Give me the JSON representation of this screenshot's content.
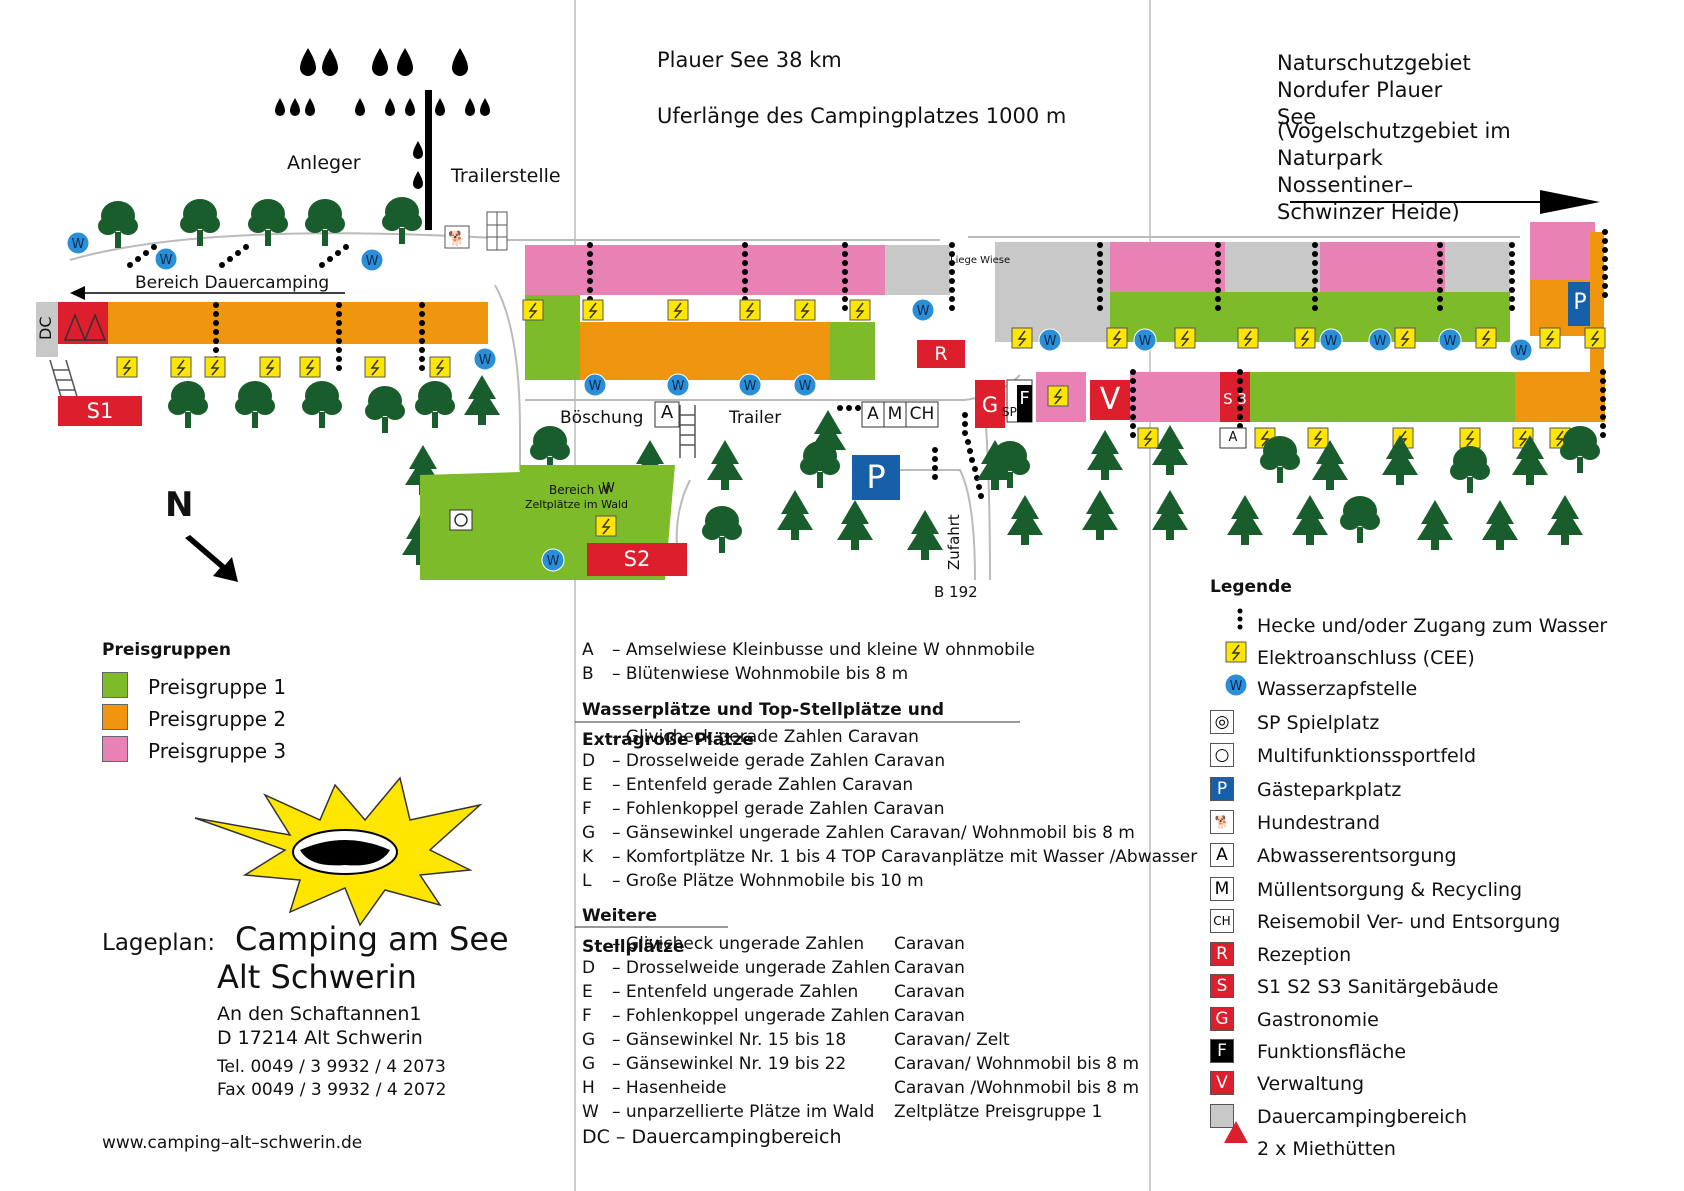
{
  "top": {
    "lake_distance": "Plauer See  38 km",
    "shore_length": "Uferlänge des Campingplatzes  1000 m",
    "reserve": [
      "Naturschutzgebiet",
      "Nordufer Plauer",
      "See",
      "(Vogelschutzgebiet im",
      "Naturpark",
      "Nossentiner–",
      "Schwinzer Heide)"
    ]
  },
  "map_labels": {
    "anleger": "Anleger",
    "trailerstelle": "Trailerstelle",
    "bereich_dauercamping": "Bereich Dauercamping",
    "liege_wiese": "Liege Wiese",
    "boeschung": "Böschung",
    "trailer": "Trailer",
    "bereich_w": "Bereich W",
    "zeltplaetze": "Zeltplätze im Wald",
    "zufahrt": "Zufahrt",
    "b192": "B 192",
    "north": "N",
    "dc": "DC",
    "s1": "S1",
    "s2": "S2",
    "s3": "S 3",
    "r": "R",
    "p": "P",
    "a": "A",
    "m": "M",
    "ch": "CH",
    "g": "G",
    "sp": "SP",
    "f": "F",
    "v": "V",
    "w": "W"
  },
  "colors": {
    "preisgruppe1": "#7dbb2a",
    "preisgruppe2": "#f0960e",
    "preisgruppe3": "#e882b4",
    "dauercamping": "#c8c8c8",
    "sanitary_red": "#dc1e2d",
    "parking_blue": "#1560a8",
    "water_blue": "#2a8fd6",
    "tree_green": "#1a5d2c",
    "electric_yellow": "#ffe600"
  },
  "preisgruppen": {
    "title": "Preisgruppen",
    "items": [
      "Preisgruppe 1",
      "Preisgruppe 2",
      "Preisgruppe 3"
    ]
  },
  "title_block": {
    "prefix": "Lageplan:",
    "name_line1": "Camping am See",
    "name_line2": "Alt Schwerin",
    "address1": "An den Schaftannen1",
    "address2": "D 17214 Alt Schwerin",
    "tel": "Tel.  0049 / 3 9932 / 4 2073",
    "fax": "Fax  0049 / 3 9932 / 4 2072",
    "web": "www.camping–alt–schwerin.de"
  },
  "areas_list": [
    {
      "k": "A",
      "text": "– Amselwiese   Kleinbusse und kleine W ohnmobile"
    },
    {
      "k": "B",
      "text": "– Blütenwiese   Wohnmobile bis 8 m"
    }
  ],
  "wasserplaetze": {
    "header1": "Wasserplätze und Top-Stellplätze und",
    "header2": "Extragroße Plätze",
    "overlap_line": "– Glivicheck gerade Zahlen Caravan",
    "items": [
      {
        "k": "D",
        "text": "– Drosselweide gerade Zahlen Caravan"
      },
      {
        "k": "E",
        "text": "– Entenfeld gerade Zahlen Caravan"
      },
      {
        "k": "F",
        "text": "– Fohlenkoppel gerade Zahlen Caravan"
      },
      {
        "k": "G",
        "text": "– Gänsewinkel ungerade Zahlen Caravan/ Wohnmobil bis 8 m"
      },
      {
        "k": "K",
        "text": "– Komfortplätze Nr. 1 bis 4 TOP Caravanplätze mit Wasser /Abwasser"
      },
      {
        "k": "L",
        "text": "– Große Plätze Wohnmobile bis 10 m"
      }
    ]
  },
  "weitere": {
    "header1": "Weitere",
    "header2": "Stellplätze",
    "overlap_line": "– Glivicheck ungerade Zahlen",
    "overlap_c2": "Caravan",
    "items": [
      {
        "k": "D",
        "text": "– Drosselweide ungerade Zahlen",
        "c2": "Caravan"
      },
      {
        "k": "E",
        "text": "– Entenfeld ungerade Zahlen",
        "c2": "Caravan"
      },
      {
        "k": "F",
        "text": "– Fohlenkoppel ungerade Zahlen",
        "c2": "Caravan"
      },
      {
        "k": "G",
        "text": "– Gänsewinkel Nr. 15 bis 18",
        "c2": "Caravan/ Zelt"
      },
      {
        "k": "G",
        "text": "– Gänsewinkel Nr. 19 bis 22",
        "c2": "Caravan/ Wohnmobil bis 8 m"
      },
      {
        "k": "H",
        "text": "– Hasenheide",
        "c2": "Caravan /Wohnmobil bis 8 m"
      },
      {
        "k": "W",
        "text": "– unparzellierte Plätze im Wald",
        "c2": "Zeltplätze Preisgruppe 1"
      }
    ],
    "dc_line": "DC – Dauercampingbereich"
  },
  "legende": {
    "title": "Legende",
    "items": [
      {
        "icon": "hedge-icon",
        "label": "Hecke und/oder Zugang zum Wasser"
      },
      {
        "icon": "electric-icon",
        "label": "Elektroanschluss (CEE)"
      },
      {
        "icon": "water-icon",
        "label": "Wasserzapfstelle"
      },
      {
        "icon": "playground-icon",
        "label": "SP Spielplatz"
      },
      {
        "icon": "sportsfield-icon",
        "label": "Multifunktionssportfeld"
      },
      {
        "icon": "parking-icon",
        "label": "Gästeparkplatz"
      },
      {
        "icon": "dog-icon",
        "label": "Hundestrand"
      },
      {
        "icon": "a-icon",
        "label": "Abwasserentsorgung"
      },
      {
        "icon": "m-icon",
        "label": "Müllentsorgung & Recycling"
      },
      {
        "icon": "ch-icon",
        "label": "Reisemobil Ver- und Entsorgung"
      },
      {
        "icon": "r-icon",
        "label": "Rezeption"
      },
      {
        "icon": "s-icon",
        "label": "S1  S2  S3  Sanitärgebäude"
      },
      {
        "icon": "g-icon",
        "label": "Gastronomie"
      },
      {
        "icon": "f-icon",
        "label": "Funktionsfläche"
      },
      {
        "icon": "v-icon",
        "label": "Verwaltung"
      },
      {
        "icon": "dauer-icon",
        "label": "Dauercampingbereich"
      },
      {
        "icon": "hut-icon",
        "label": "2 x Miethütten"
      }
    ]
  }
}
